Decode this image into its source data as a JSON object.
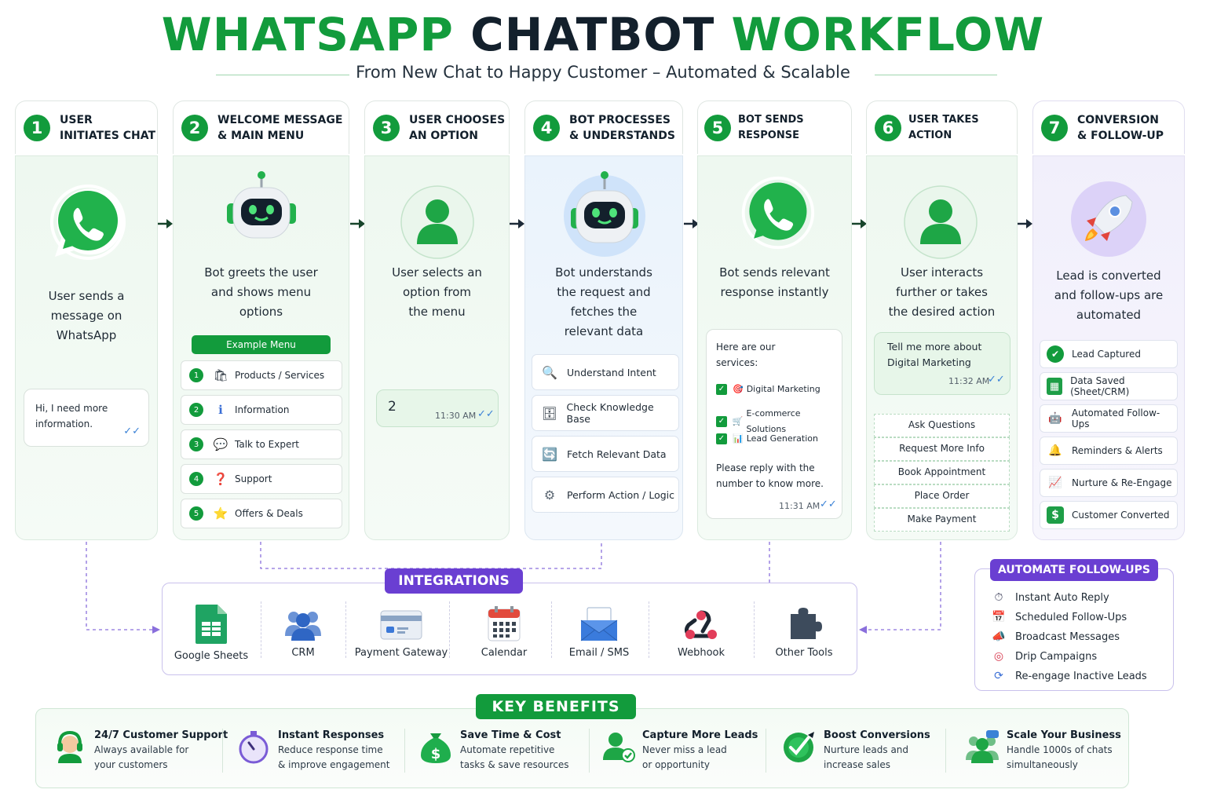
{
  "title": {
    "part1": "WHATSAPP",
    "part2": "CHATBOT",
    "part3": "WORKFLOW"
  },
  "subtitle": "From New Chat to Happy Customer – Automated & Scalable",
  "steps": [
    {
      "num": "1",
      "line1": "USER",
      "line2": "INITIATES CHAT",
      "desc": [
        "User sends a",
        "message on",
        "WhatsApp"
      ],
      "bubble": [
        "Hi, I need more",
        "information."
      ],
      "ticks": "✓✓"
    },
    {
      "num": "2",
      "line1": "WELCOME MESSAGE",
      "line2": "& MAIN MENU",
      "desc": [
        "Bot greets the user",
        "and shows menu",
        "options"
      ],
      "menu_label": "Example Menu",
      "menu": [
        {
          "num": "1",
          "icon": "shopping-bag-icon",
          "glyph": "🛍",
          "label": "Products / Services"
        },
        {
          "num": "2",
          "icon": "info-icon",
          "glyph": "ℹ",
          "label": "Information"
        },
        {
          "num": "3",
          "icon": "chat-bubble-icon",
          "glyph": "💬",
          "label": "Talk to Expert"
        },
        {
          "num": "4",
          "icon": "question-icon",
          "glyph": "❓",
          "label": "Support"
        },
        {
          "num": "5",
          "icon": "star-icon",
          "glyph": "⭐",
          "label": "Offers & Deals"
        }
      ]
    },
    {
      "num": "3",
      "line1": "USER CHOOSES",
      "line2": "AN OPTION",
      "desc": [
        "User selects an",
        "option from",
        "the menu"
      ],
      "reply": "2",
      "time": "11:30 AM",
      "ticks": "✓✓"
    },
    {
      "num": "4",
      "line1": "BOT PROCESSES",
      "line2": "& UNDERSTANDS",
      "desc": [
        "Bot understands",
        "the request and",
        "fetches the",
        "relevant data"
      ],
      "process": [
        {
          "icon": "magnifier-icon",
          "glyph": "🔍",
          "label": "Understand Intent"
        },
        {
          "icon": "database-icon",
          "glyph": "🗄",
          "label": "Check Knowledge Base"
        },
        {
          "icon": "fetch-icon",
          "glyph": "🔄",
          "label": "Fetch Relevant Data"
        },
        {
          "icon": "gear-icon",
          "glyph": "⚙",
          "label": "Perform Action / Logic"
        }
      ]
    },
    {
      "num": "5",
      "line1": "BOT SENDS RESPONSE",
      "line2": "",
      "desc": [
        "Bot sends relevant",
        "response instantly"
      ],
      "resp_intro": [
        "Here are our",
        "services:"
      ],
      "services": [
        {
          "icon": "target-icon",
          "glyph": "🎯",
          "label": "Digital Marketing"
        },
        {
          "icon": "cart-icon",
          "glyph": "🛒",
          "label": "E-commerce Solutions"
        },
        {
          "icon": "bar-chart-icon",
          "glyph": "📊",
          "label": "Lead Generation"
        }
      ],
      "resp_outro": [
        "Please reply with the",
        "number to know more."
      ],
      "time": "11:31 AM",
      "ticks": "✓✓"
    },
    {
      "num": "6",
      "line1": "USER TAKES ACTION",
      "line2": "",
      "desc": [
        "User interacts",
        "further or takes",
        "the desired action"
      ],
      "msg": [
        "Tell me more about",
        "Digital Marketing"
      ],
      "time": "11:32 AM",
      "ticks": "✓✓",
      "actions": [
        "Ask Questions",
        "Request More Info",
        "Book Appointment",
        "Place Order",
        "Make Payment"
      ]
    },
    {
      "num": "7",
      "line1": "CONVERSION",
      "line2": "& FOLLOW-UP",
      "desc": [
        "Lead is converted",
        "and follow-ups are",
        "automated"
      ],
      "items": [
        {
          "icon": "check-circle-icon",
          "glyph": "✔",
          "label": "Lead Captured"
        },
        {
          "icon": "sheet-icon",
          "glyph": "▦",
          "label": "Data Saved (Sheet/CRM)"
        },
        {
          "icon": "robot-icon",
          "glyph": "🤖",
          "label": "Automated Follow-Ups"
        },
        {
          "icon": "bell-icon",
          "glyph": "🔔",
          "label": "Reminders & Alerts"
        },
        {
          "icon": "growth-chart-icon",
          "glyph": "📈",
          "label": "Nurture & Re-Engage"
        },
        {
          "icon": "money-icon",
          "glyph": "$",
          "label": "Customer Converted"
        }
      ]
    }
  ],
  "integrations": {
    "label": "INTEGRATIONS",
    "tools": [
      "Google Sheets",
      "CRM",
      "Payment Gateway",
      "Calendar",
      "Email / SMS",
      "Webhook",
      "Other Tools"
    ]
  },
  "followups": {
    "label": "AUTOMATE FOLLOW-UPS",
    "items": [
      {
        "icon": "stopwatch-icon",
        "glyph": "⏱",
        "label": "Instant Auto Reply"
      },
      {
        "icon": "calendar-icon",
        "glyph": "📅",
        "label": "Scheduled Follow-Ups"
      },
      {
        "icon": "megaphone-icon",
        "glyph": "📣",
        "label": "Broadcast Messages"
      },
      {
        "icon": "target-icon",
        "glyph": "◎",
        "label": "Drip Campaigns"
      },
      {
        "icon": "refresh-icon",
        "glyph": "⟳",
        "label": "Re-engage Inactive Leads"
      }
    ]
  },
  "benefits": {
    "label": "KEY BENEFITS",
    "items": [
      {
        "title": "24/7 Customer Support",
        "d1": "Always available for",
        "d2": "your customers"
      },
      {
        "title": "Instant Responses",
        "d1": "Reduce response time",
        "d2": "& improve engagement"
      },
      {
        "title": "Save Time & Cost",
        "d1": "Automate repetitive",
        "d2": "tasks & save resources"
      },
      {
        "title": "Capture More Leads",
        "d1": "Never miss a lead",
        "d2": "or opportunity"
      },
      {
        "title": "Boost Conversions",
        "d1": "Nurture leads and",
        "d2": "increase sales"
      },
      {
        "title": "Scale Your Business",
        "d1": "Handle 1000s of chats",
        "d2": "simultaneously"
      }
    ]
  },
  "colors": {
    "green": "#129b3c",
    "purple": "#6a3fd2",
    "blue_tick": "#3b82d6"
  }
}
